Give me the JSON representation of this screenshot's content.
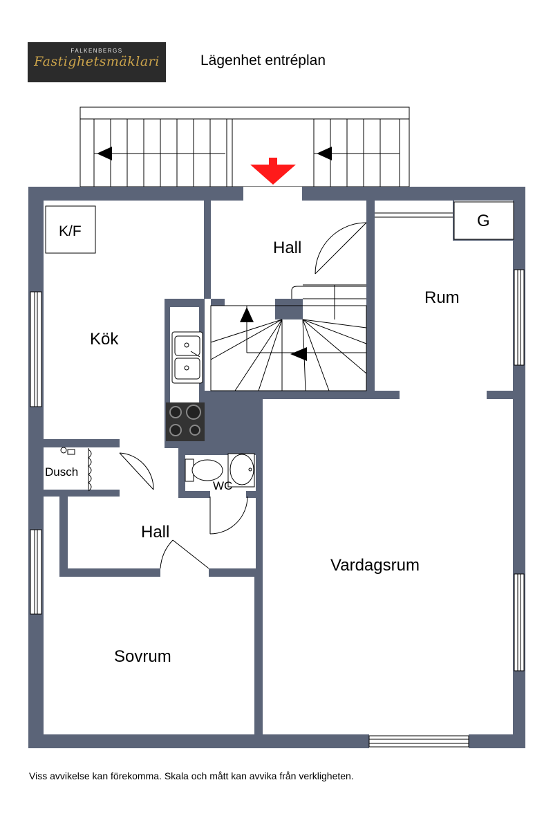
{
  "header": {
    "brand_top": "FALKENBERGS",
    "brand_script": "Fastighetsmäklari",
    "title": "Lägenhet entréplan"
  },
  "rooms": {
    "kf": "K/F",
    "hall_top": "Hall",
    "g": "G",
    "rum": "Rum",
    "kok": "Kök",
    "dusch": "Dusch",
    "wc": "WC",
    "hall_bottom": "Hall",
    "vardagsrum": "Vardagsrum",
    "sovrum": "Sovrum"
  },
  "footer": {
    "disclaimer": "Viss avvikelse kan förekomma. Skala och mått kan avvika från verkligheten."
  },
  "colors": {
    "wall": "#5b6478",
    "entry_arrow": "#ff1a1a",
    "logo_bg": "#2b2b2b",
    "logo_gold": "#c9a24a"
  }
}
